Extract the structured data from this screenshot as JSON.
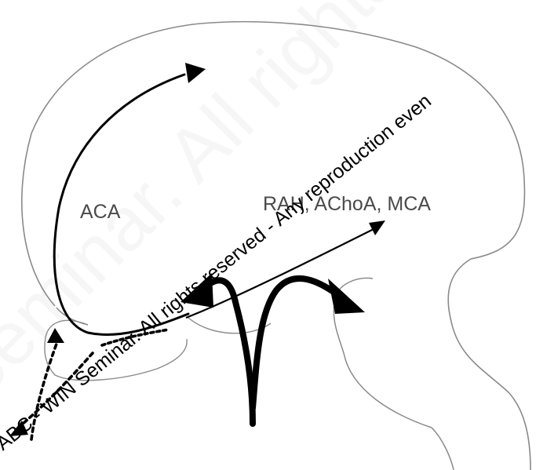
{
  "labels": {
    "aca": "ACA",
    "rah_achoa_mca": "RAH, AChoA, MCA"
  },
  "watermark": {
    "text": "© ABC - WIN Seminar. All rights reserved - Any reproduction even",
    "background_text": "Seminar. All rights reserved - Any reproduction"
  },
  "colors": {
    "outline": "#8a8a8a",
    "arrow": "#000000",
    "label": "#4a4a4a"
  }
}
